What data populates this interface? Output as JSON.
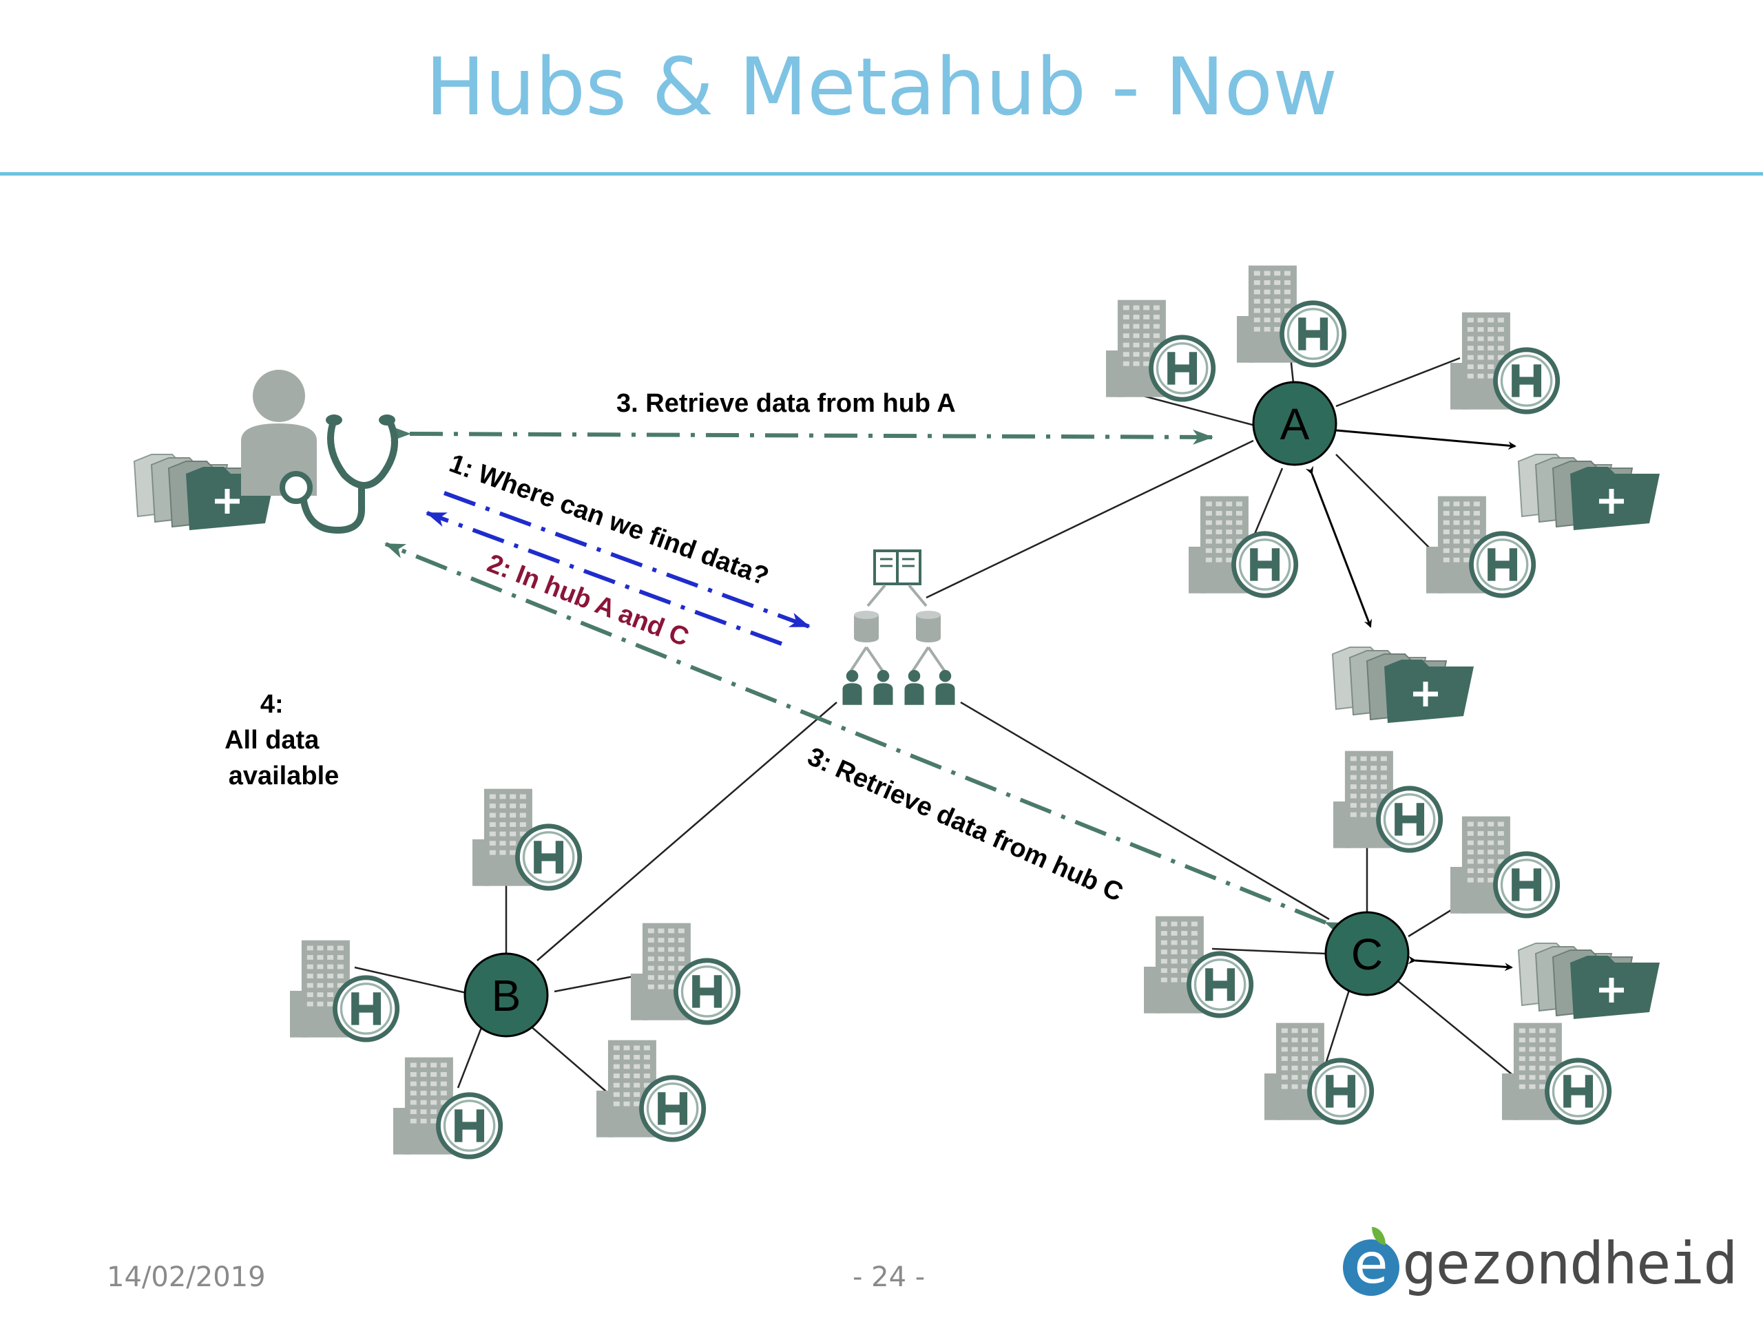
{
  "slide": {
    "title": "Hubs & Metahub - Now",
    "date": "14/02/2019",
    "page": "- 24 -",
    "logo": {
      "letter": "e",
      "text": "gezondheid"
    }
  },
  "diagram": {
    "hubs": [
      {
        "label": "A"
      },
      {
        "label": "B"
      },
      {
        "label": "C"
      }
    ],
    "hospital_label": "H",
    "steps": {
      "step1": "1: Where can we find data?",
      "step2": "2: In hub A and C",
      "step3a": "3. Retrieve data from hub A",
      "step3c": "3: Retrieve data from hub C",
      "step4_lines": [
        "4:",
        "All data",
        "available"
      ]
    },
    "colors": {
      "title": "#7ec3e3",
      "rule": "#6cc3df",
      "hub_fill": "#2f6b5a",
      "hospital_icon": "#a4aca8",
      "hospital_badge": "#416b60",
      "green_arrow": "#4a7a6a",
      "blue_arrow": "#1f2ccc",
      "step2_text": "#8a1538"
    }
  }
}
